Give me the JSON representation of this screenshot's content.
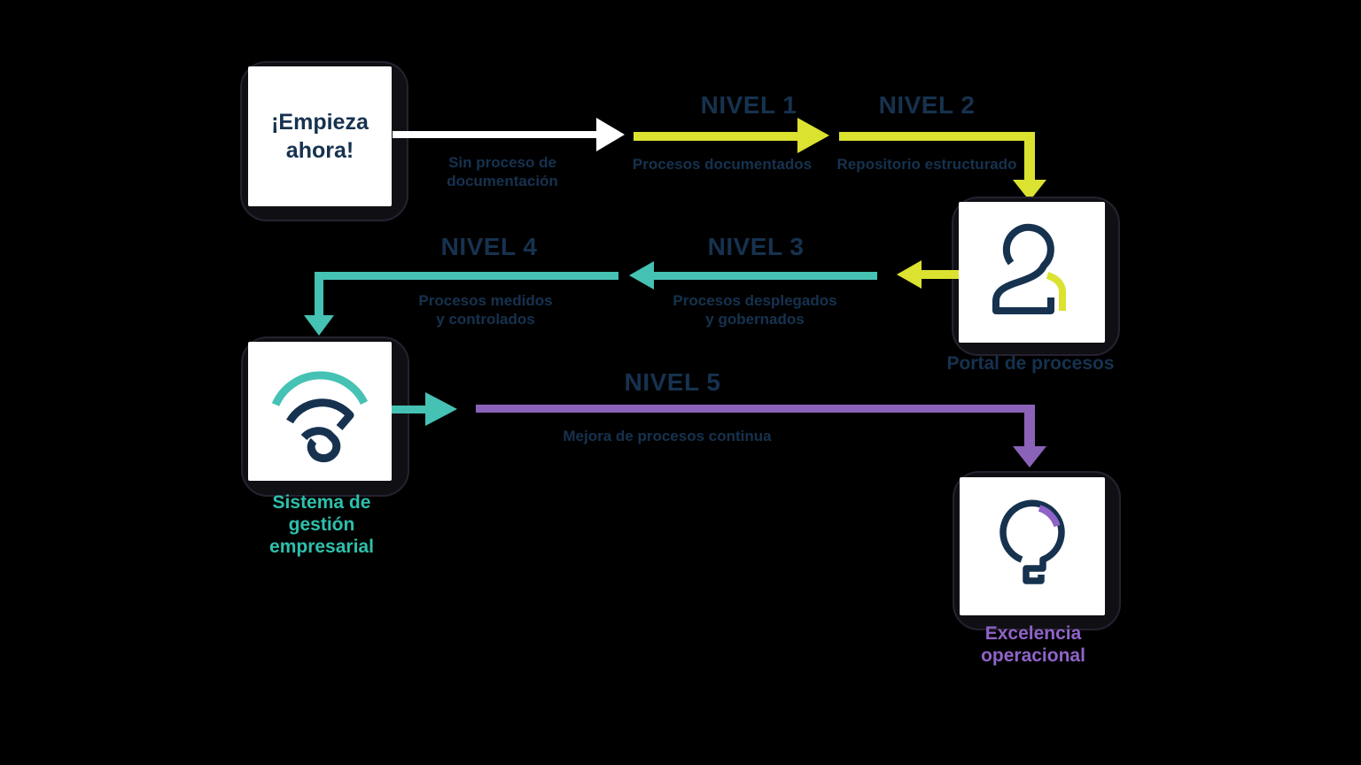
{
  "colors": {
    "background": "#000000",
    "navy": "#16324f",
    "yellow": "#dbe230",
    "teal": "#45c2b3",
    "purple": "#8a63b8",
    "teal_text": "#2ec0ac",
    "purple_text": "#9063c8",
    "white": "#ffffff"
  },
  "diagram": {
    "start_node": {
      "label": "¡Empieza ahora!"
    },
    "start_caption": "Sin proceso de\ndocumentación",
    "levels": [
      {
        "name": "NIVEL 1",
        "caption": "Procesos documentados"
      },
      {
        "name": "NIVEL 2",
        "caption": "Repositorio estructurado"
      },
      {
        "name": "NIVEL 3",
        "caption": "Procesos desplegados\ny gobernados"
      },
      {
        "name": "NIVEL 4",
        "caption": "Procesos medidos\ny controlados"
      },
      {
        "name": "NIVEL 5",
        "caption": "Mejora de procesos continua"
      }
    ],
    "nodes": {
      "portal": {
        "label": "Portal de procesos",
        "icon": "person-icon"
      },
      "sistema": {
        "label": "Sistema de\ngestión\nempresarial",
        "icon": "wifi-icon"
      },
      "excelencia": {
        "label": "Excelencia\noperacional",
        "icon": "lightbulb-icon"
      }
    }
  }
}
